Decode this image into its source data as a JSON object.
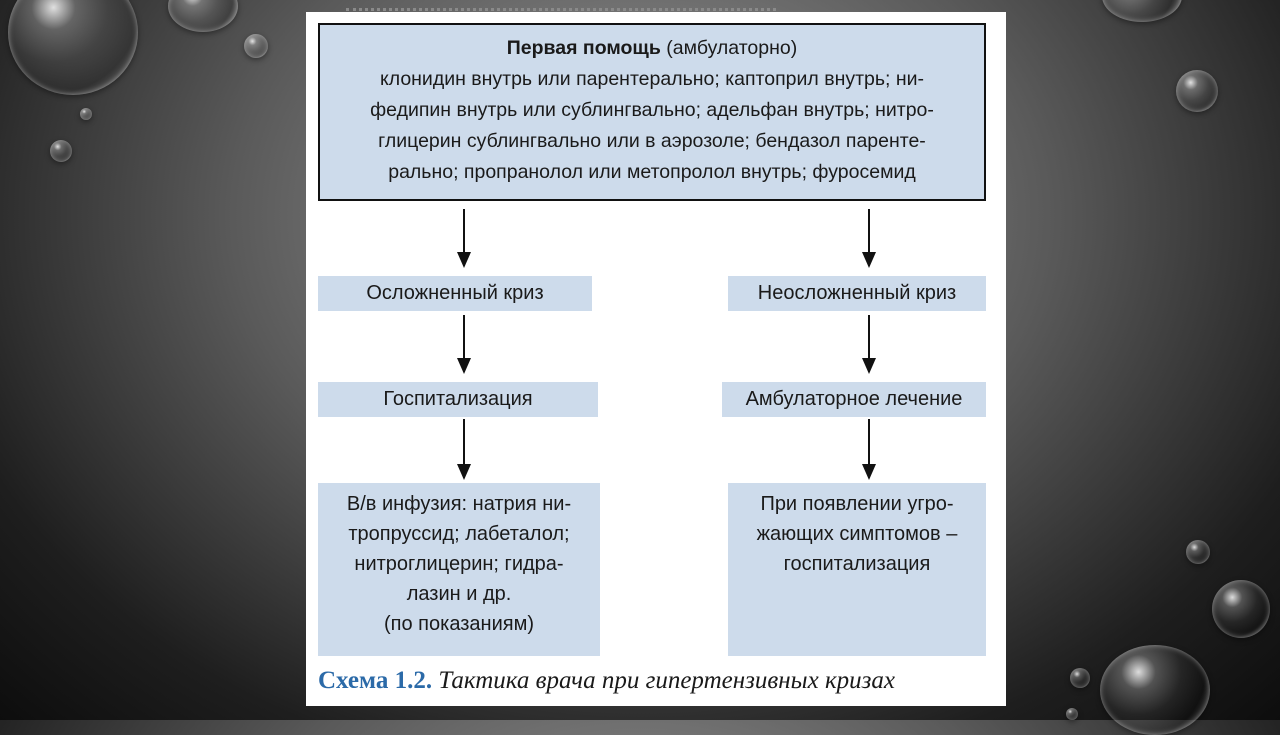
{
  "diagram": {
    "first_aid": {
      "title_bold": "Первая помощь",
      "title_rest": " (амбулаторно)",
      "lines": [
        "клонидин внутрь или парентерально; каптоприл внутрь; ни-",
        "федипин внутрь или сублингвально; адельфан внутрь; нитро-",
        "глицерин сублингвально или в аэрозоле; бендазол паренте-",
        "рально;  пропранолол или метопролол внутрь; фуросемид"
      ]
    },
    "left": {
      "crisis": "Осложненный криз",
      "action": "Госпитализация",
      "details": [
        "В/в инфузия: натрия ни-",
        "тропруссид; лабеталол;",
        "нитроглицерин; гидра-",
        "лазин и др.",
        "(по показаниям)"
      ]
    },
    "right": {
      "crisis": "Неосложненный криз",
      "action": "Амбулаторное лечение",
      "details": [
        "При появлении угро-",
        "жающих симптомов –",
        "госпитализация"
      ]
    },
    "caption": {
      "number": "Схема 1.2.",
      "text": " Тактика врача при гипертензивных кризах"
    }
  }
}
